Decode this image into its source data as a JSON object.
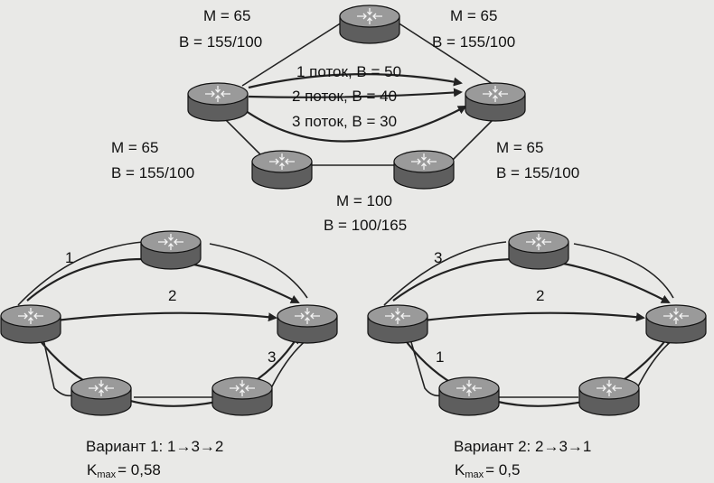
{
  "top": {
    "link_labels": {
      "tl_m": "M = 65",
      "tl_b": "B = 155/100",
      "tr_m": "M = 65",
      "tr_b": "B = 155/100",
      "bl_m": "M = 65",
      "bl_b": "B = 155/100",
      "br_m": "M = 65",
      "br_b": "B = 155/100",
      "bot_m": "M = 100",
      "bot_b": "B = 100/165"
    },
    "flows": [
      "1 поток, B = 50",
      "2 поток, B = 40",
      "3 поток, B = 30"
    ]
  },
  "variant1": {
    "path_labels": [
      "1",
      "2",
      "3"
    ],
    "title": "Вариант 1: 1→3→2",
    "k_prefix": "K",
    "k_sub": "max",
    "k_value": "= 0,58"
  },
  "variant2": {
    "path_labels": [
      "3",
      "2",
      "1"
    ],
    "title": "Вариант 2: 2→3→1",
    "k_prefix": "K",
    "k_sub": "max",
    "k_value": "= 0,5"
  },
  "colors": {
    "line": "#222222",
    "router_top": "#9a9a9a",
    "router_side": "#5e5e5e",
    "bg": "#e9e9e7"
  },
  "icons": {
    "router": "router-icon"
  }
}
